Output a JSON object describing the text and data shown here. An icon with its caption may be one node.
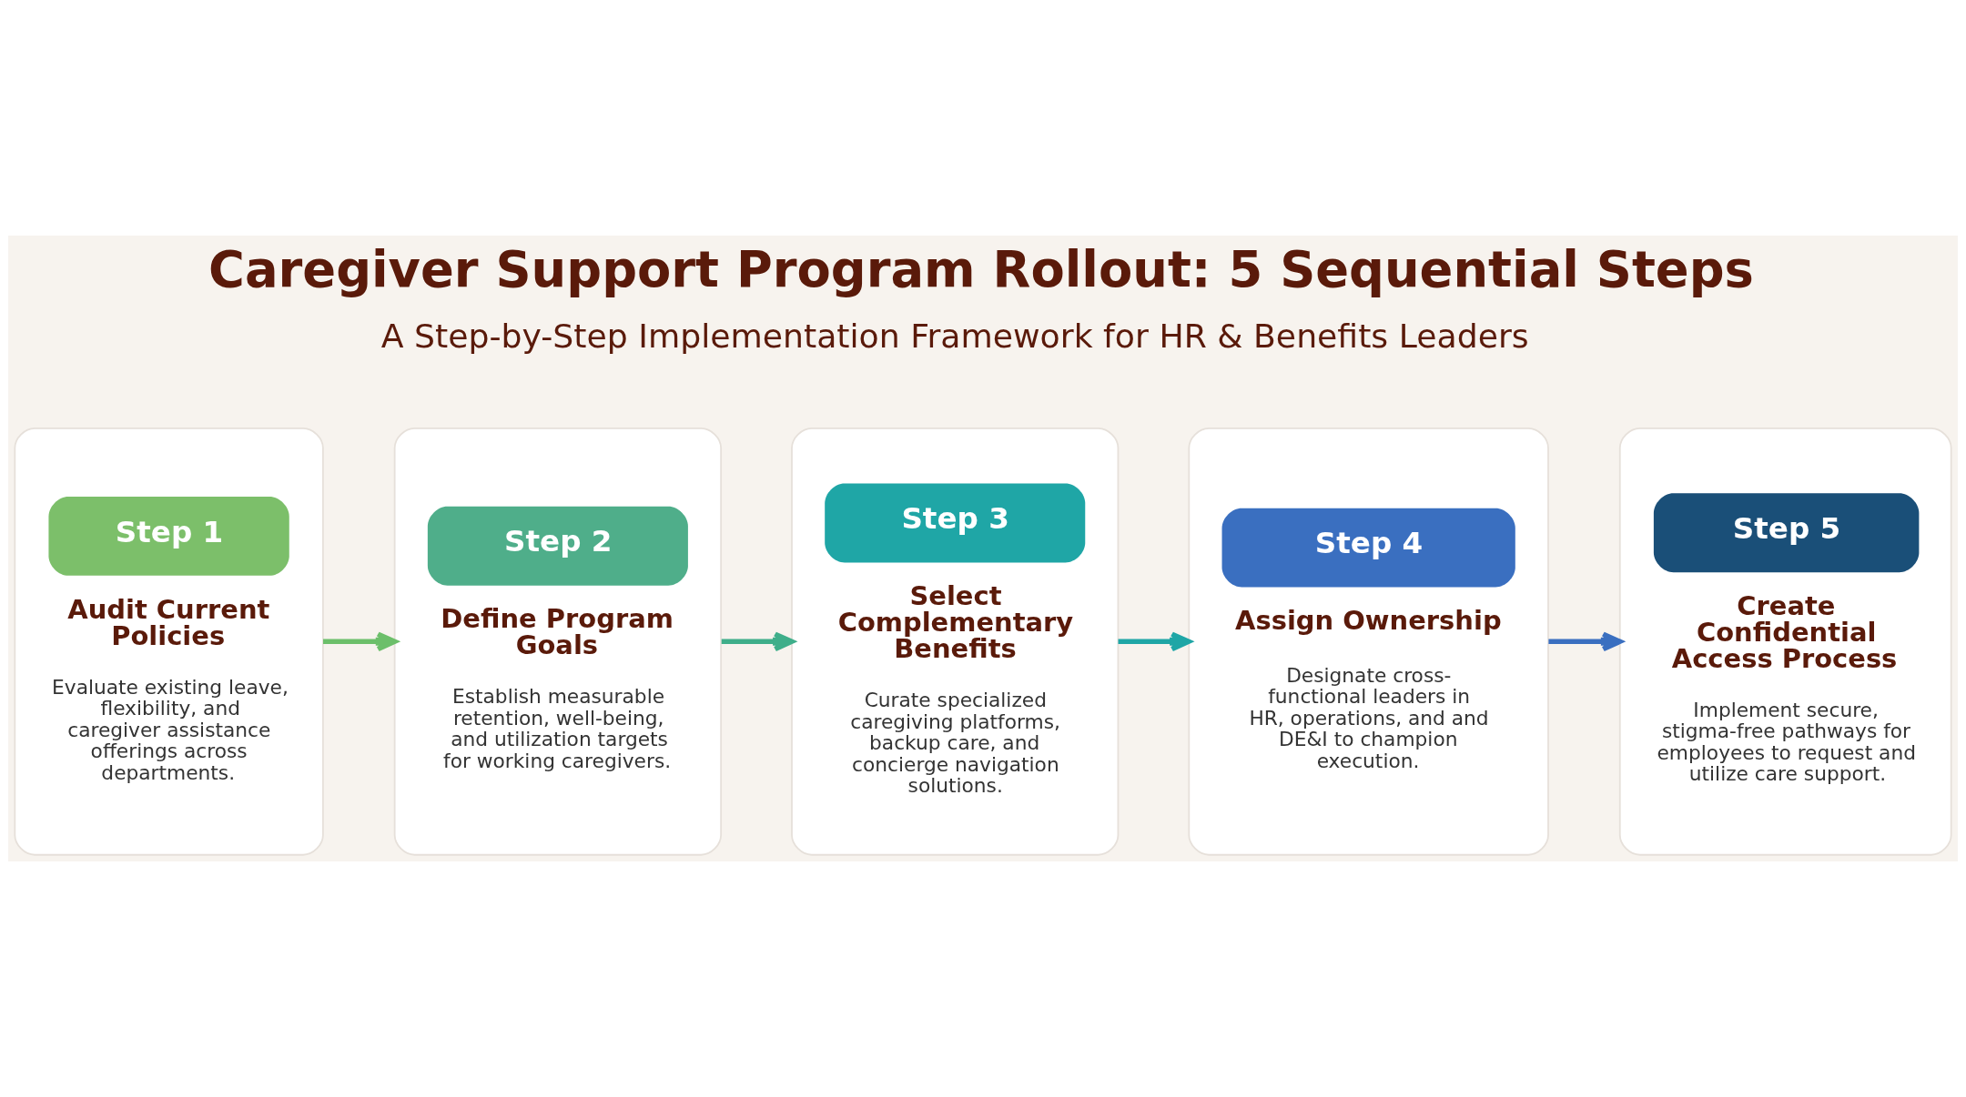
{
  "diagram": {
    "title": "Caregiver Support Program Rollout: 5 Sequential Steps",
    "nodes": [
      {
        "text": [
          "Step 1",
          "Audit Current Policies",
          "Evaluate existing leave, flexibility, and caregiver assistance offerings across departments."
        ]
      },
      {
        "text": [
          "Step 2",
          "Define Program Goals",
          "Establish measurable retention, well-being, and utilization targets for working caregivers."
        ]
      },
      {
        "text": [
          "Step 3",
          "Select Complementary Benefits",
          "Curate specialized caregiving platforms, backup care, and concierge navigation solutions."
        ]
      },
      {
        "text": [
          "Step 4",
          "Assign Ownership",
          "Designate cross-functional leaders in HR, operations, and and DE&I to champion execution."
        ]
      },
      {
        "text": [
          "Step 5",
          "Create Confidential Access Process",
          "Implement secure, stigma-free pathways for employees to request and utilize care support."
        ]
      }
    ],
    "edges": [
      {
        "from": 0,
        "to": 1,
        "arrow": "to"
      },
      {
        "from": 1,
        "to": 2,
        "arrow": "to"
      },
      {
        "from": 2,
        "to": 3,
        "arrow": "to"
      },
      {
        "from": 3,
        "to": 4,
        "arrow": "to"
      }
    ],
    "labels": [
      "A Step-by-Step Implementation Framework for HR & Benefits Leaders"
    ]
  }
}
